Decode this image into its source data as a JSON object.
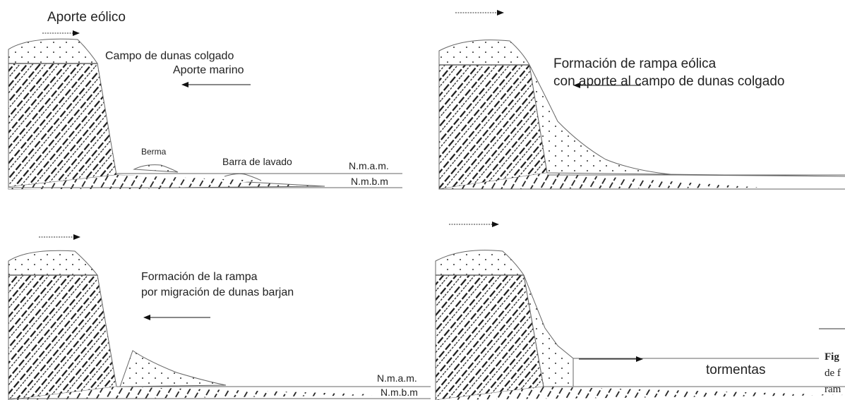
{
  "panel_top_left": {
    "wind_label": "Aporte eólico",
    "dune_label": "Campo de dunas colgado",
    "marine_label": "Aporte marino",
    "berm_label": "Berma",
    "washover_label": "Barra de lavado",
    "high_sea_label": "N.m.a.m.",
    "low_sea_label": "N.m.b.m"
  },
  "panel_top_right": {
    "caption_line1": "Formación de rampa eólica",
    "caption_line2": "con aporte al campo de dunas colgado"
  },
  "panel_bottom_left": {
    "caption_line1": "Formación de la rampa",
    "caption_line2": "por migración de dunas barjan",
    "high_sea_label": "N.m.a.m.",
    "low_sea_label": "N.m.b.m"
  },
  "panel_bottom_right": {
    "storm_label": "tormentas"
  },
  "figure_caption": {
    "line1": "Fig",
    "line2": "de f",
    "line3": "ram"
  },
  "colors": {
    "line": "#666666",
    "hatch": "#1a1a1a",
    "text": "#222222"
  }
}
